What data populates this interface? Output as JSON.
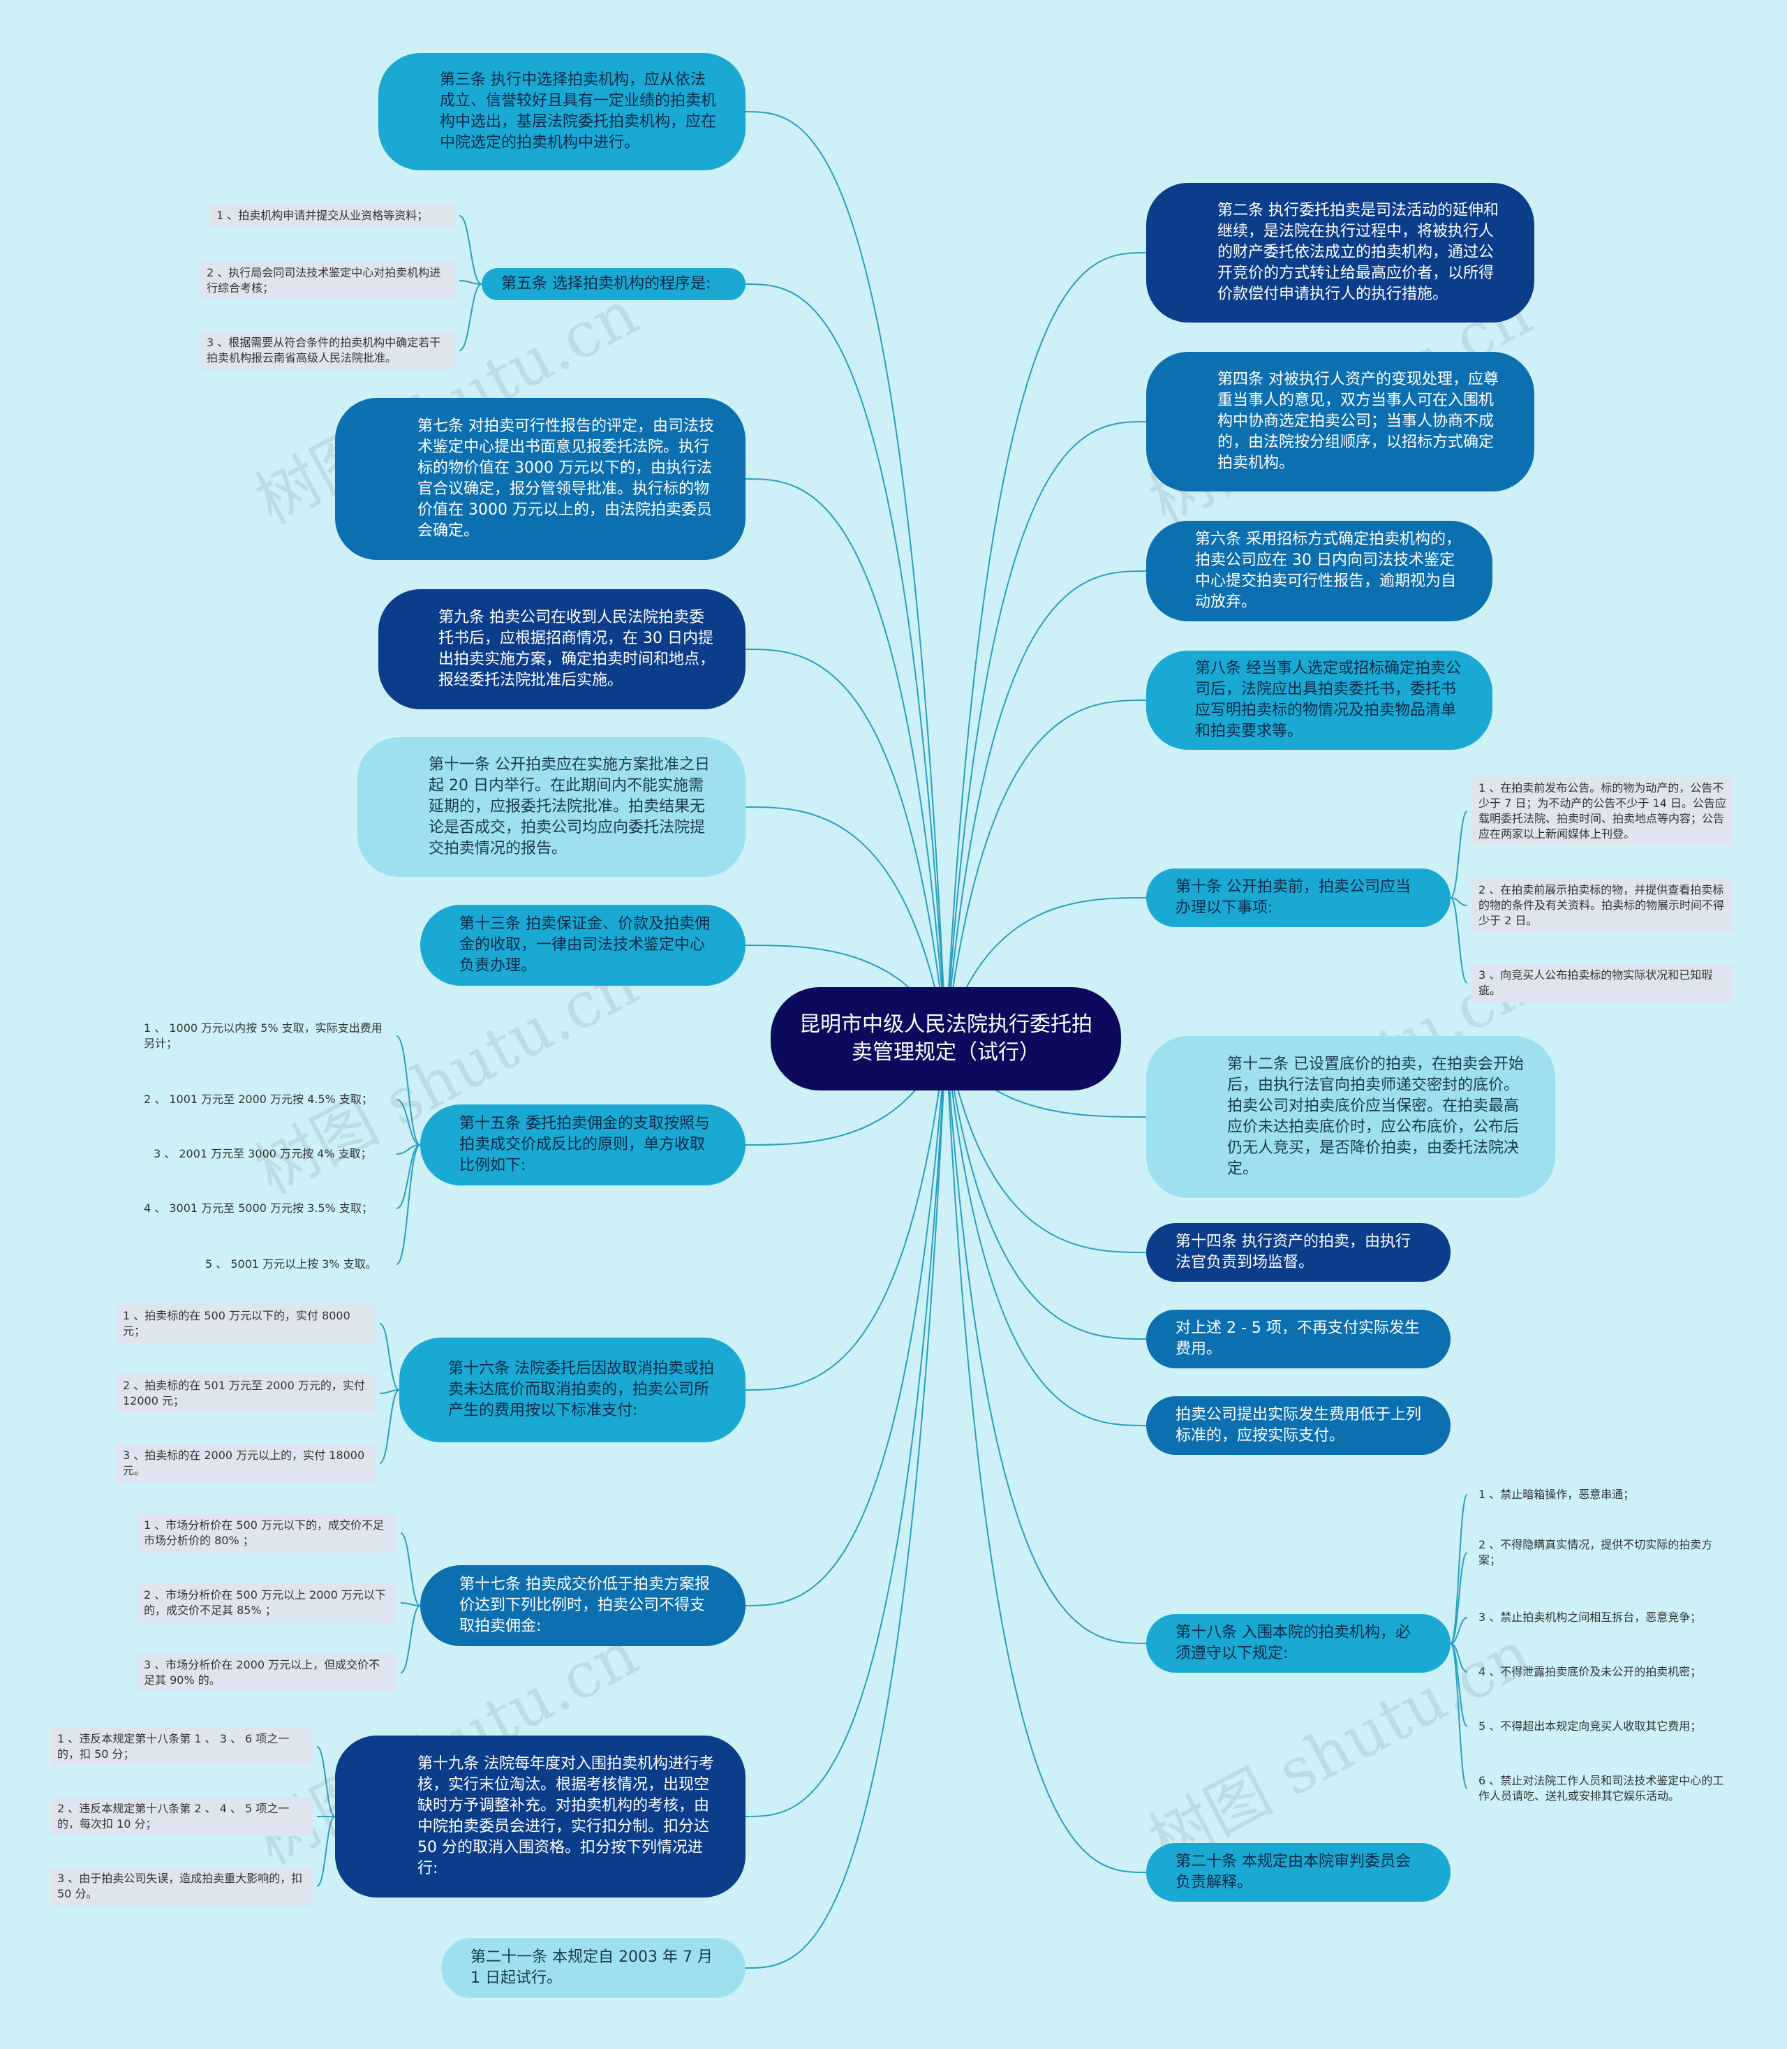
{
  "colors": {
    "navy": "#0b3d8a",
    "blue": "#0c6fb0",
    "teal": "#1aa9d3",
    "light": "#9ee0ef",
    "root": "#0b0a5c",
    "line": "#2a9fbf"
  },
  "watermark": "树图 shutu.cn",
  "root": "昆明市中级人民法院执行委托拍卖管理规定（试行）",
  "nodes": {
    "a3": "第三条 执行中选择拍卖机构，应从依法成立、信誉较好且具有一定业绩的拍卖机构中选出，基层法院委托拍卖机构，应在中院选定的拍卖机构中进行。",
    "a5": "第五条 选择拍卖机构的程序是:",
    "a7": "第七条 对拍卖可行性报告的评定，由司法技术鉴定中心提出书面意见报委托法院。执行标的物价值在 3000 万元以下的，由执行法官合议确定，报分管领导批准。执行标的物价值在 3000 万元以上的，由法院拍卖委员会确定。",
    "a9": "第九条 拍卖公司在收到人民法院拍卖委托书后，应根据招商情况，在 30 日内提出拍卖实施方案，确定拍卖时间和地点，报经委托法院批准后实施。",
    "a11": "第十一条 公开拍卖应在实施方案批准之日起 20 日内举行。在此期间内不能实施需延期的，应报委托法院批准。拍卖结果无论是否成交，拍卖公司均应向委托法院提交拍卖情况的报告。",
    "a13": "第十三条 拍卖保证金、价款及拍卖佣金的收取，一律由司法技术鉴定中心负责办理。",
    "a15": "第十五条 委托拍卖佣金的支取按照与拍卖成交价成反比的原则，单方收取比例如下:",
    "a16": "第十六条 法院委托后因故取消拍卖或拍卖未达底价而取消拍卖的，拍卖公司所产生的费用按以下标准支付:",
    "a17": "第十七条 拍卖成交价低于拍卖方案报价达到下列比例时，拍卖公司不得支取拍卖佣金:",
    "a19": "第十九条 法院每年度对入围拍卖机构进行考核，实行末位淘汰。根据考核情况，出现空缺时方予调整补充。对拍卖机构的考核，由中院拍卖委员会进行，实行扣分制。扣分达 50 分的取消入围资格。扣分按下列情况进行:",
    "a21": "第二十一条 本规定自 2003 年 7 月 1 日起试行。",
    "b2": "第二条 执行委托拍卖是司法活动的延伸和继续，是法院在执行过程中，将被执行人的财产委托依法成立的拍卖机构，通过公开竞价的方式转让给最高应价者，以所得价款偿付申请执行人的执行措施。",
    "b4": "第四条 对被执行人资产的变现处理，应尊重当事人的意见，双方当事人可在入围机构中协商选定拍卖公司；当事人协商不成的，由法院按分组顺序，以招标方式确定拍卖机构。",
    "b6": "第六条 采用招标方式确定拍卖机构的，拍卖公司应在 30 日内向司法技术鉴定中心提交拍卖可行性报告，逾期视为自动放弃。",
    "b8": "第八条 经当事人选定或招标确定拍卖公司后，法院应出具拍卖委托书，委托书应写明拍卖标的物情况及拍卖物品清单和拍卖要求等。",
    "b10": "第十条 公开拍卖前，拍卖公司应当办理以下事项:",
    "b12": "第十二条 已设置底价的拍卖，在拍卖会开始后，由执行法官向拍卖师递交密封的底价。拍卖公司对拍卖底价应当保密。在拍卖最高应价未达拍卖底价时，应公布底价，公布后仍无人竞买，是否降价拍卖，由委托法院决定。",
    "b14": "第十四条 执行资产的拍卖，由执行法官负责到场监督。",
    "b15": "对上述 2 - 5 项，不再支付实际发生费用。",
    "b16": "拍卖公司提出实际发生费用低于上列标准的，应按实际支付。",
    "b18": "第十八条 入围本院的拍卖机构，必须遵守以下规定:",
    "b20": "第二十条 本规定由本院审判委员会负责解释。"
  },
  "leaves": {
    "a5_1": "1 、拍卖机构申请并提交从业资格等资料；",
    "a5_2": "2 、执行局会同司法技术鉴定中心对拍卖机构进行综合考核；",
    "a5_3": "3 、根据需要从符合条件的拍卖机构中确定若干拍卖机构报云南省高级人民法院批准。",
    "a15_1": "1 、 1000 万元以内按 5% 支取，实际支出费用另计；",
    "a15_2": "2 、 1001 万元至 2000 万元按 4.5% 支取；",
    "a15_3": "3 、 2001 万元至 3000 万元按 4% 支取；",
    "a15_4": "4 、 3001 万元至 5000 万元按 3.5% 支取；",
    "a15_5": "5 、 5001 万元以上按 3% 支取。",
    "a16_1": "1 、拍卖标的在 500 万元以下的，实付 8000 元；",
    "a16_2": "2 、拍卖标的在 501 万元至 2000 万元的，实付 12000 元；",
    "a16_3": "3 、拍卖标的在 2000 万元以上的，实付 18000 元。",
    "a17_1": "1 、市场分析价在 500 万元以下的，成交价不足市场分析价的 80% ；",
    "a17_2": "2 、市场分析价在 500 万元以上 2000 万元以下的，成交价不足其 85% ；",
    "a17_3": "3 、市场分析价在 2000 万元以上，但成交价不足其 90% 的。",
    "a19_1": "1 、违反本规定第十八条第 1 、 3 、 6 项之一的，扣 50 分；",
    "a19_2": "2 、违反本规定第十八条第 2 、 4 、 5 项之一的，每次扣 10 分；",
    "a19_3": "3 、由于拍卖公司失误，造成拍卖重大影响的，扣 50 分。",
    "b10_1": "1 、在拍卖前发布公告。标的物为动产的，公告不少于 7 日；为不动产的公告不少于 14 日。公告应载明委托法院、拍卖时间、拍卖地点等内容；公告应在两家以上新闻媒体上刊登。",
    "b10_2": "2 、在拍卖前展示拍卖标的物，并提供查看拍卖标的物的条件及有关资料。拍卖标的物展示时间不得少于 2 日。",
    "b10_3": "3 、向竞买人公布拍卖标的物实际状况和已知瑕疵。",
    "b18_1": "1 、禁止暗箱操作，恶意串通；",
    "b18_2": "2 、不得隐瞒真实情况，提供不切实际的拍卖方案；",
    "b18_3": "3 、禁止拍卖机构之间相互拆台，恶意竞争；",
    "b18_4": "4 、不得泄露拍卖底价及未公开的拍卖机密；",
    "b18_5": "5 、不得超出本规定向竞买人收取其它费用；",
    "b18_6": "6 、禁止对法院工作人员和司法技术鉴定中心的工作人员请吃、送礼或安排其它娱乐活动。"
  }
}
